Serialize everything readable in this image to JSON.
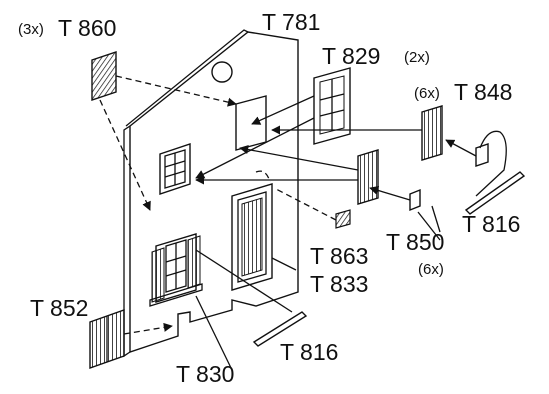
{
  "colors": {
    "ink": "#111111",
    "paper": "#ffffff"
  },
  "labels": {
    "t860_qty": "(3x)",
    "t860": "T 860",
    "t781": "T 781",
    "t829": "T 829",
    "t829_qty": "(2x)",
    "t848_qty": "(6x)",
    "t848": "T 848",
    "t816_right": "T 816",
    "t850": "T 850",
    "t850_qty": "(6x)",
    "t863": "T 863",
    "t833": "T 833",
    "t852": "T 852",
    "t816_bottom": "T 816",
    "t830": "T 830"
  },
  "icons": {
    "arrow": "arrow-icon",
    "wall": "wall-panel-icon"
  }
}
